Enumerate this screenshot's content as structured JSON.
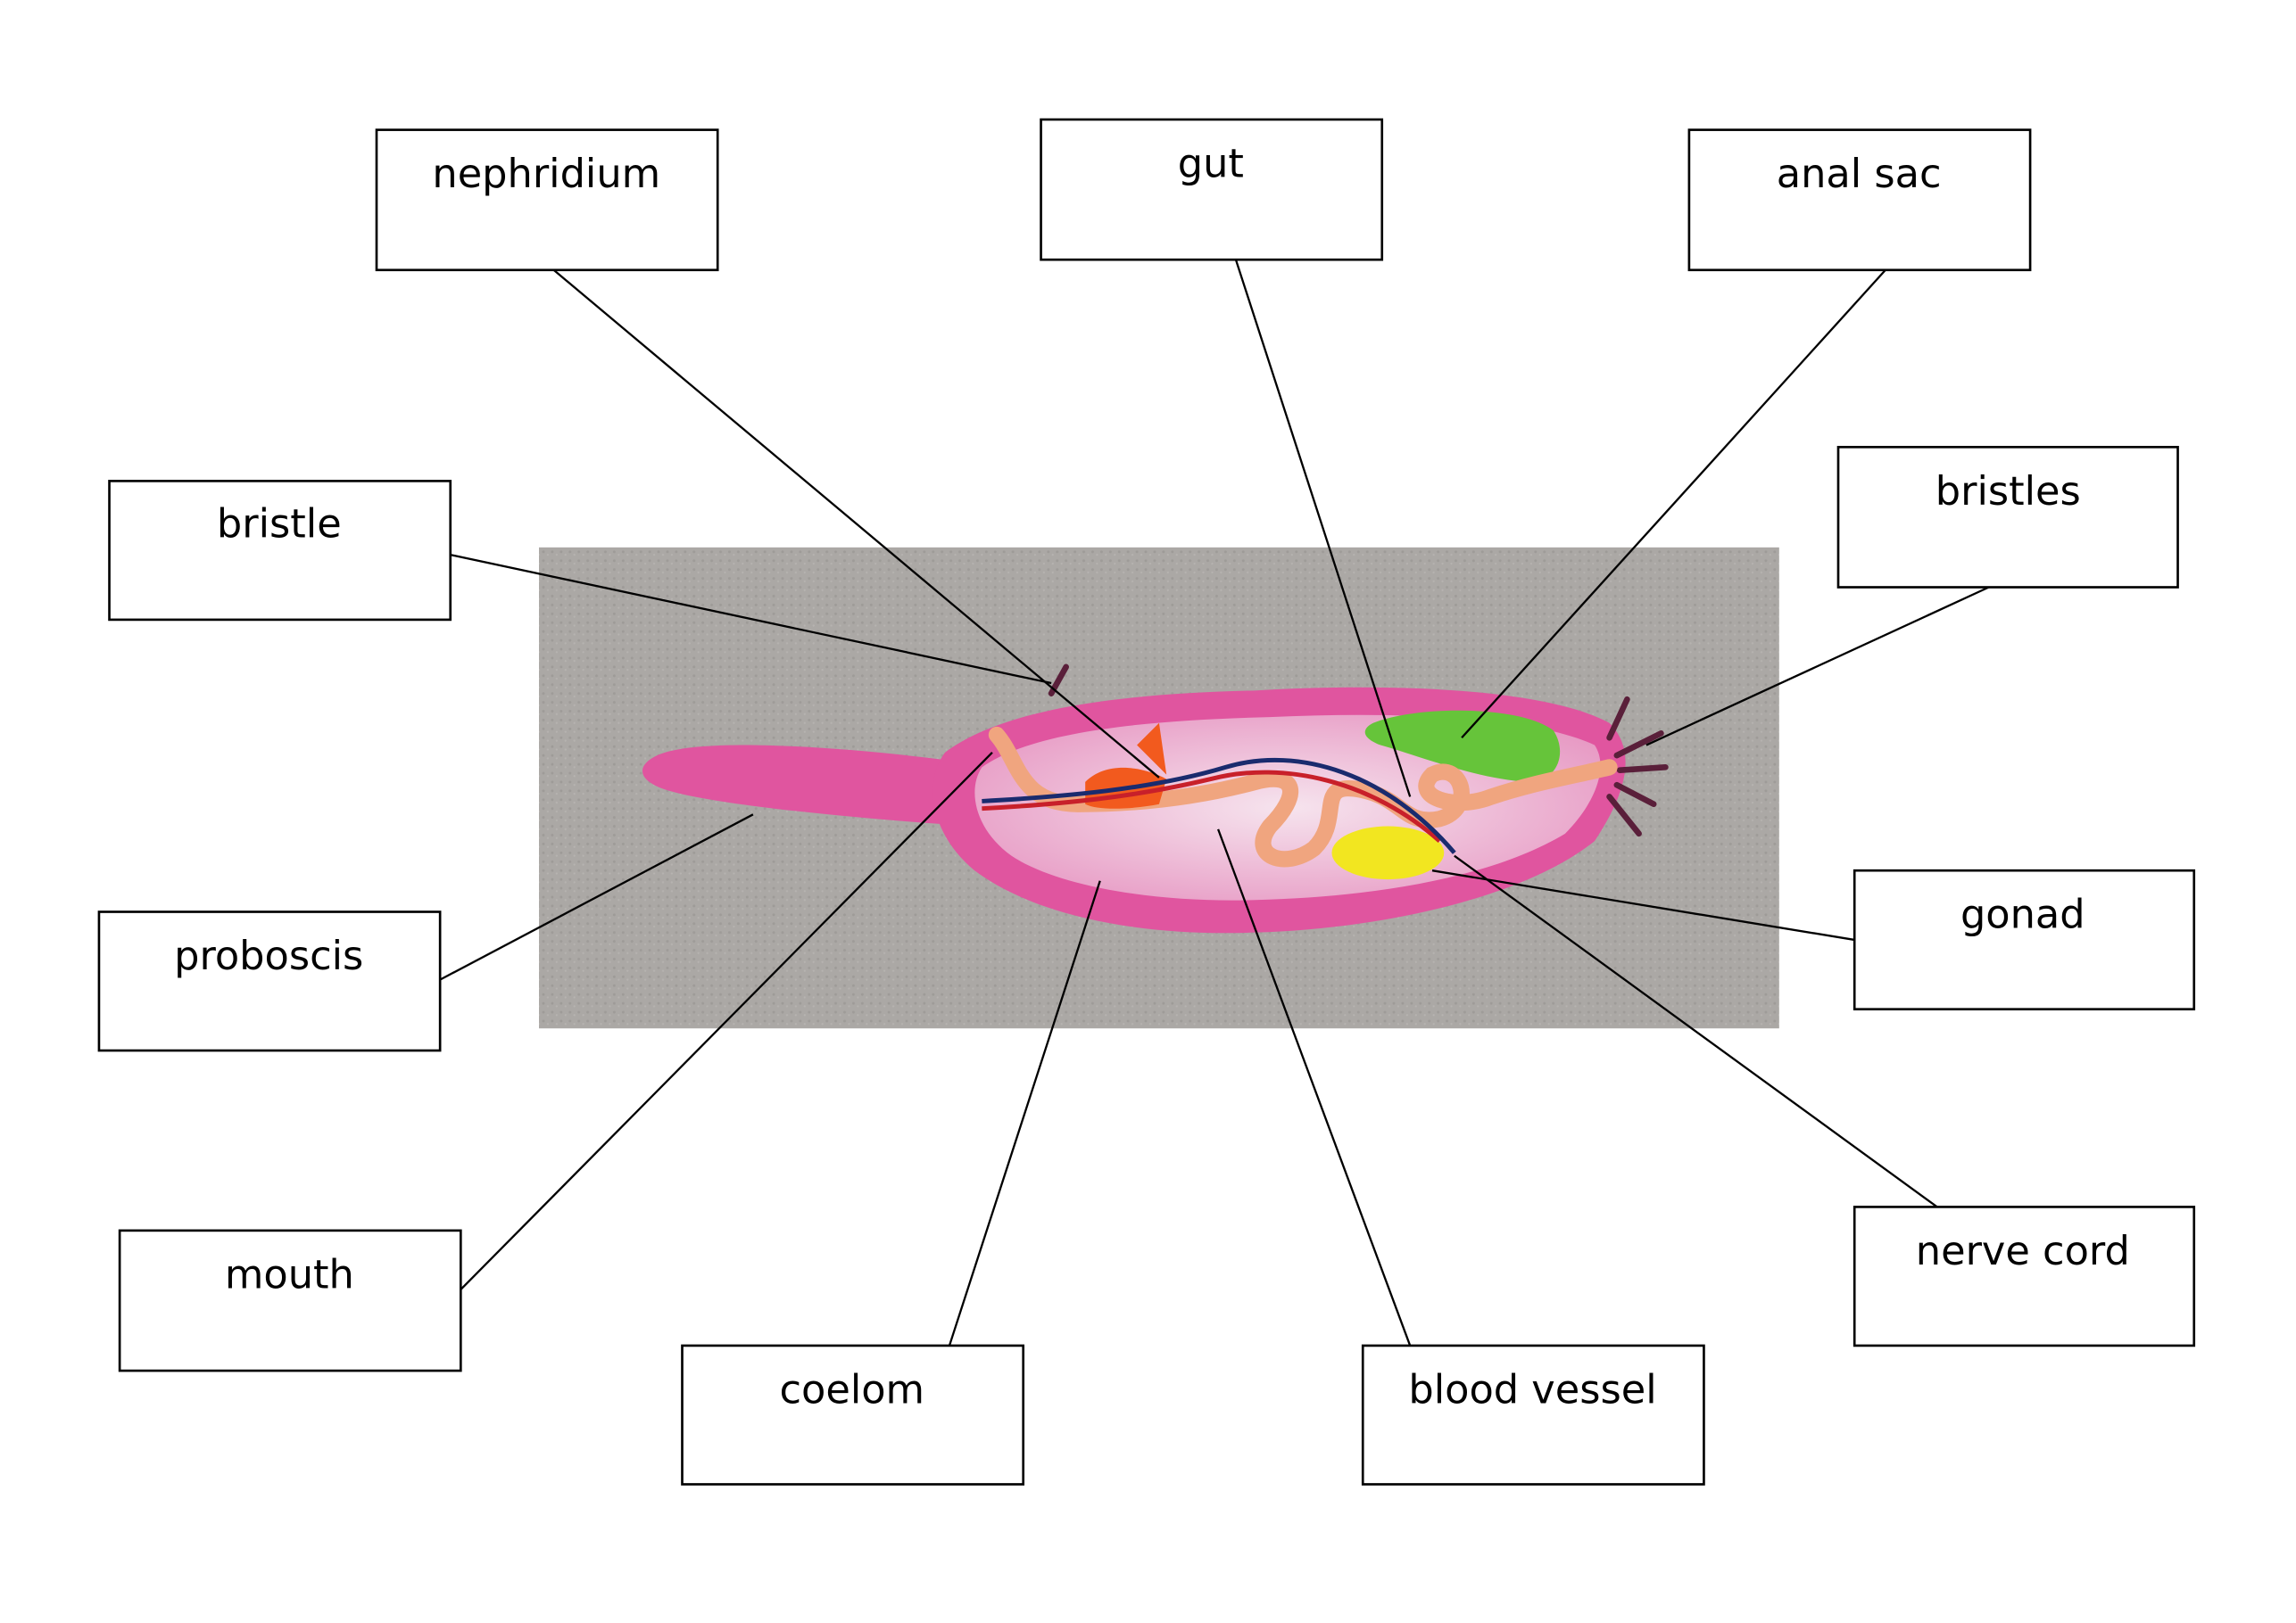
{
  "labels": {
    "nephridium": "nephridium",
    "gut": "gut",
    "anal_sac": "anal sac",
    "bristle": "bristle",
    "bristles": "bristles",
    "proboscis": "proboscis",
    "gonad": "gonad",
    "mouth": "mouth",
    "coelom": "coelom",
    "blood_vessel": "blood vessel",
    "nerve_cord": "nerve cord"
  },
  "colors": {
    "body": "#e0559f",
    "gut": "#f0a57f",
    "anal_sac": "#66c43a",
    "gonad": "#f2e620",
    "nephridium": "#f25a1e",
    "blood_vessel": "#c8202a",
    "nerve_cord": "#1a2b6e",
    "background_photo": "#a9a6a3"
  }
}
